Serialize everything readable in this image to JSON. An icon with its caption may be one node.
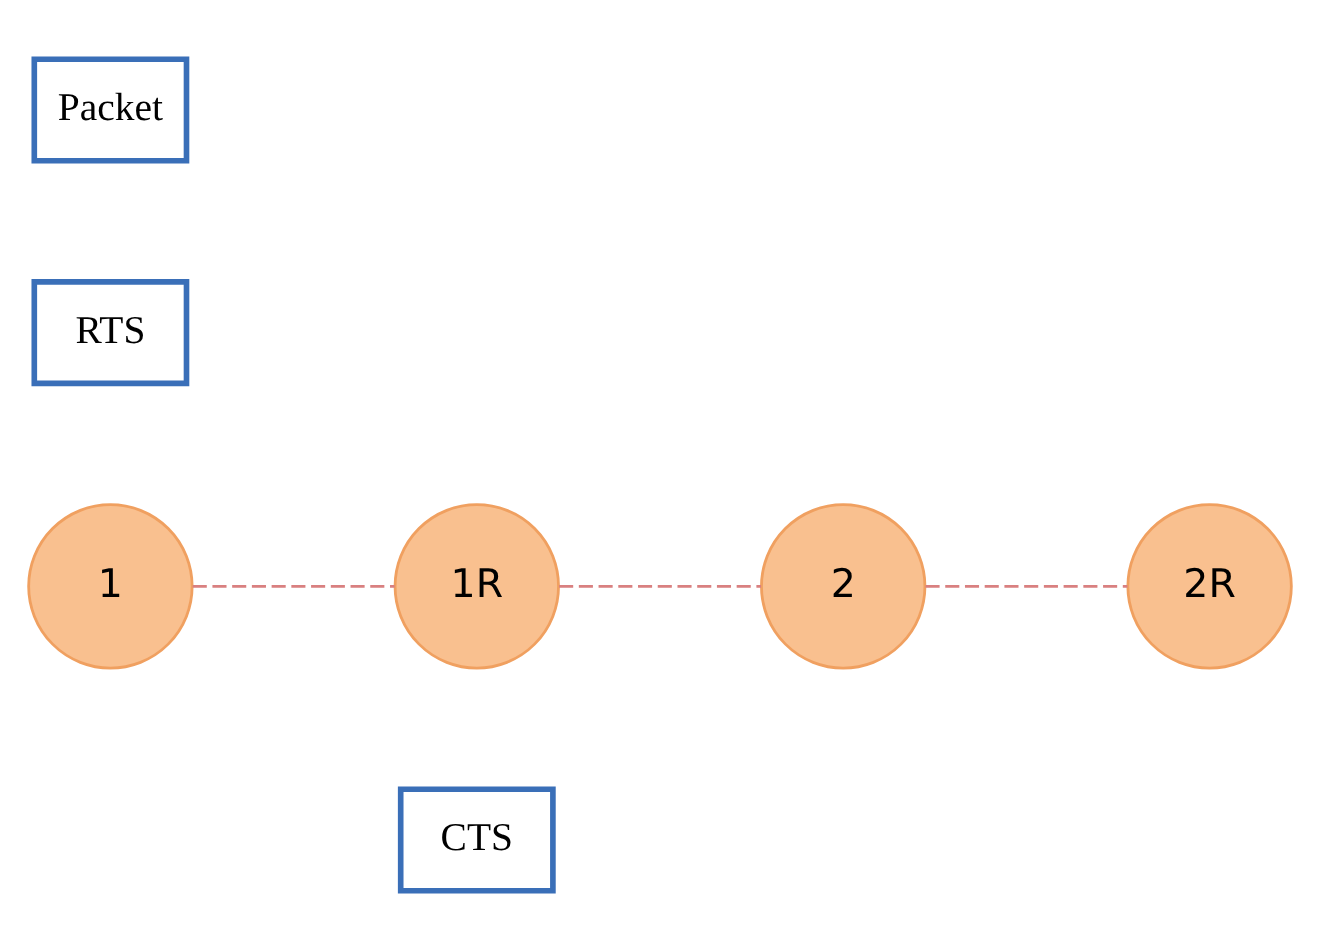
{
  "diagram": {
    "nodes": [
      {
        "text": [
          "Packet"
        ]
      },
      {
        "text": [
          "RTS"
        ]
      },
      {
        "text": [
          "1"
        ]
      },
      {
        "text": [
          "1R"
        ]
      },
      {
        "text": [
          "2"
        ]
      },
      {
        "text": [
          "2R"
        ]
      },
      {
        "text": [
          "CTS"
        ]
      }
    ],
    "edges": [
      {
        "from": 2,
        "to": 3,
        "arrow": "none",
        "style": "dashed"
      },
      {
        "from": 3,
        "to": 4,
        "arrow": "none",
        "style": "dashed"
      },
      {
        "from": 4,
        "to": 5,
        "arrow": "none",
        "style": "dashed"
      }
    ]
  }
}
